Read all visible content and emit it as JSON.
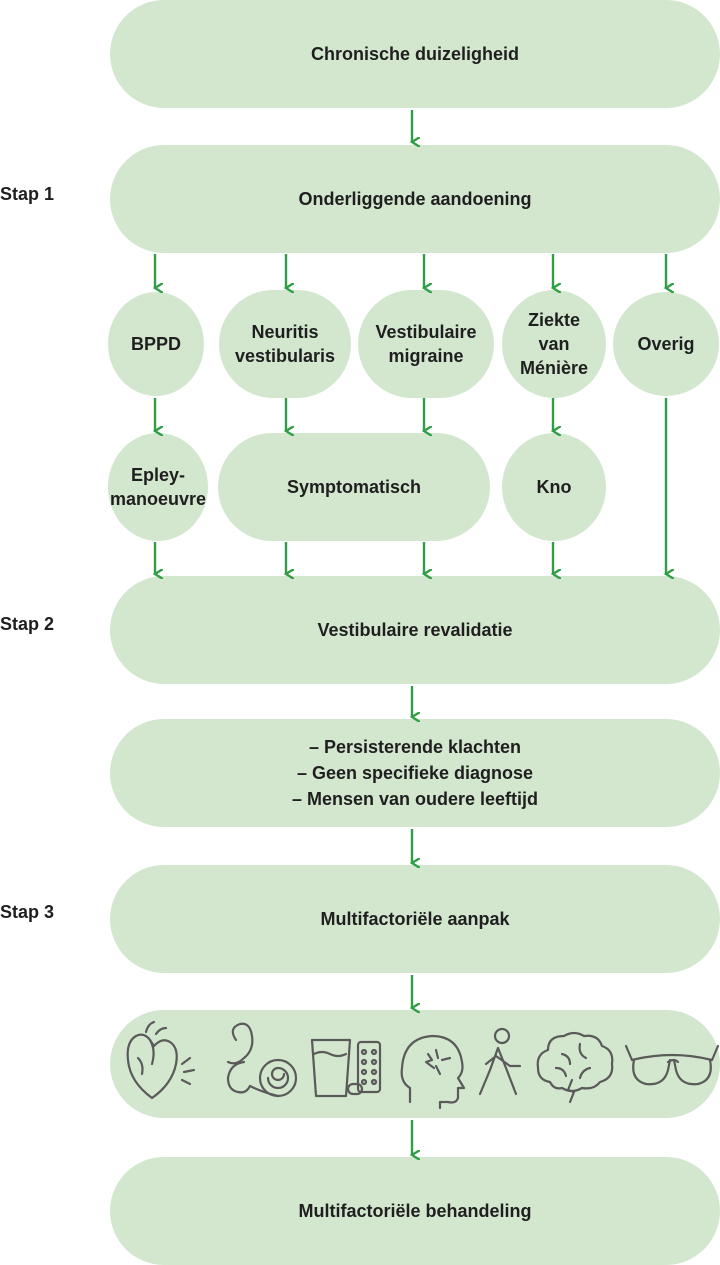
{
  "steps": {
    "step1": "Stap 1",
    "step2": "Stap 2",
    "step3": "Stap 3"
  },
  "nodes": {
    "top": "Chronische duizeligheid",
    "underlying": "Onderliggende aandoening",
    "bppd": "BPPD",
    "neuritis": "Neuritis\nvestibularis",
    "migraine": "Vestibulaire\nmigraine",
    "meniere": "Ziekte\nvan\nMénière",
    "overig": "Overig",
    "epley": "Epley-\nmanoeuvre",
    "symptomatisch": "Symptomatisch",
    "kno": "Kno",
    "revalidatie": "Vestibulaire revalidatie",
    "criteria": "– Persisterende klachten\n– Geen specifieke diagnose\n– Mensen van oudere leeftijd",
    "multifactorieel": "Multifactoriële aanpak",
    "behandeling": "Multifactoriële behandeling"
  },
  "icons": [
    "heart-icon",
    "ear-icon",
    "medication-icon",
    "head-icon",
    "walking-person-icon",
    "brain-icon",
    "glasses-icon"
  ],
  "colors": {
    "node_fill": "#d3e7cf",
    "arrow": "#2f9e44",
    "icon_stroke": "#5a5a5a"
  }
}
